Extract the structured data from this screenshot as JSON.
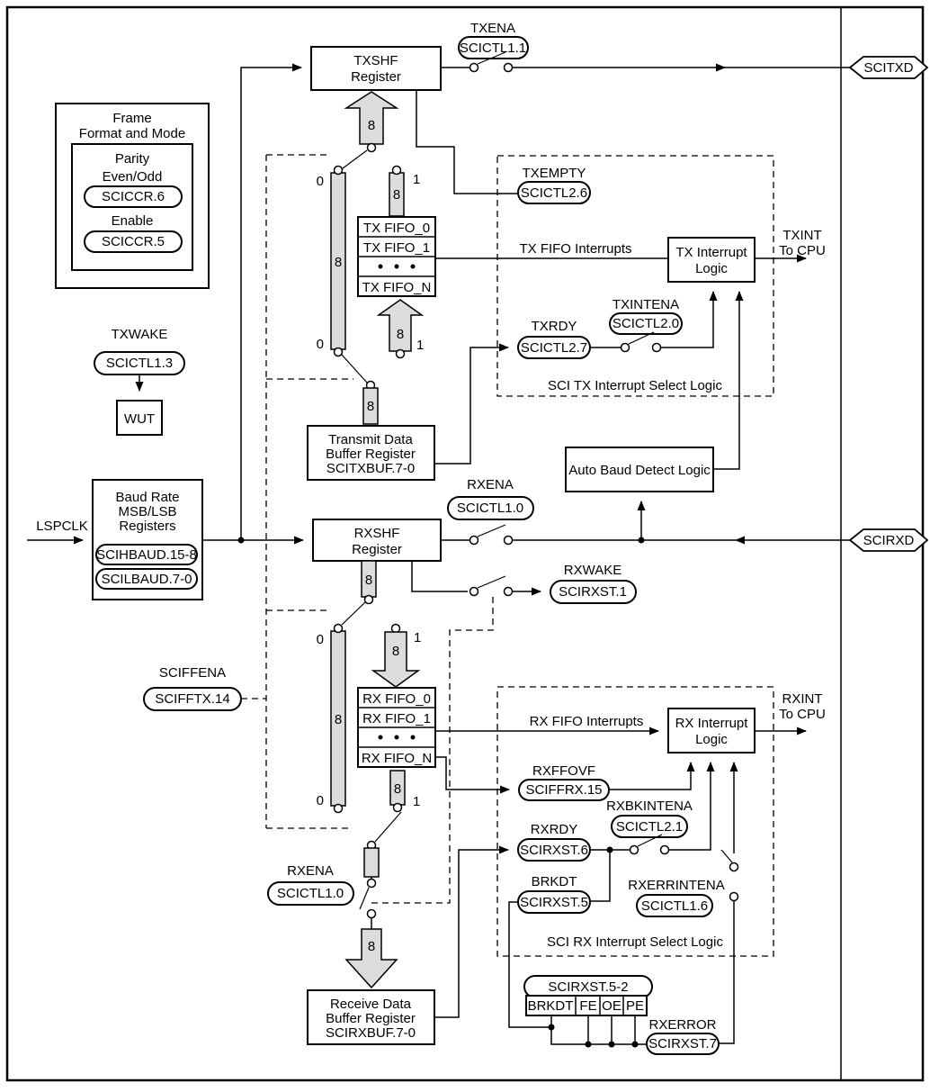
{
  "bus": {
    "w8": "8",
    "sel0": "0",
    "sel1": "1"
  },
  "pins": {
    "scitxd": "SCITXD",
    "scirxd": "SCIRXD",
    "lspclk": "LSPCLK"
  },
  "frame": {
    "line1": "Frame",
    "line2": "Format and Mode",
    "parity": "Parity",
    "even_odd": "Even/Odd",
    "parity_reg": "SCICCR.6",
    "enable": "Enable",
    "enable_reg": "SCICCR.5"
  },
  "txena": {
    "label": "TXENA",
    "reg": "SCICTL1.1"
  },
  "txshf": {
    "line1": "TXSHF",
    "line2": "Register"
  },
  "rxshf": {
    "line1": "RXSHF",
    "line2": "Register"
  },
  "txwake": {
    "label": "TXWAKE",
    "reg": "SCICTL1.3",
    "wut": "WUT"
  },
  "baud": {
    "line1": "Baud Rate",
    "line2": "MSB/LSB",
    "line3": "Registers",
    "msb": "SCIHBAUD.15-8",
    "lsb": "SCILBAUD.7-0"
  },
  "rxena": {
    "label": "RXENA",
    "reg": "SCICTL1.0"
  },
  "rxwake": {
    "label": "RXWAKE",
    "reg": "SCIRXST.1"
  },
  "sciffena": {
    "label": "SCIFFENA",
    "reg": "SCIFFTX.14"
  },
  "tx_fifo": {
    "row0": "TX FIFO_0",
    "row1": "TX FIFO_1",
    "rowN": "TX FIFO_N"
  },
  "rx_fifo": {
    "row0": "RX FIFO_0",
    "row1": "RX FIFO_1",
    "rowN": "RX FIFO_N"
  },
  "tdb": {
    "line1": "Transmit Data",
    "line2": "Buffer Register",
    "line3": "SCITXBUF.7-0"
  },
  "rdb": {
    "line1": "Receive Data",
    "line2": "Buffer Register",
    "line3": "SCIRXBUF.7-0"
  },
  "auto_baud": {
    "label": "Auto Baud Detect Logic"
  },
  "tx_int": {
    "txempty": "TXEMPTY",
    "txempty_reg": "SCICTL2.6",
    "fifo_line": "TX FIFO Interrupts",
    "logic1": "TX Interrupt",
    "logic2": "Logic",
    "out1": "TXINT",
    "out2": "To CPU",
    "txrdy": "TXRDY",
    "txrdy_reg": "SCICTL2.7",
    "txintena": "TXINTENA",
    "txintena_reg": "SCICTL2.0",
    "title": "SCI TX Interrupt Select Logic"
  },
  "rx_int": {
    "fifo_line": "RX FIFO Interrupts",
    "logic1": "RX Interrupt",
    "logic2": "Logic",
    "out1": "RXINT",
    "out2": "To CPU",
    "rxffovf": "RXFFOVF",
    "rxffovf_reg": "SCIFFRX.15",
    "rxbkintena": "RXBKINTENA",
    "rxbkintena_reg": "SCICTL2.1",
    "rxrdy": "RXRDY",
    "rxrdy_reg": "SCIRXST.6",
    "brkdt": "BRKDT",
    "brkdt_reg": "SCIRXST.5",
    "rxerrintena": "RXERRINTENA",
    "rxerrintena_reg": "SCICTL1.6",
    "title": "SCI RX Interrupt Select Logic"
  },
  "err": {
    "reg": "SCIRXST.5-2",
    "brkdt": "BRKDT",
    "fe": "FE",
    "oe": "OE",
    "pe": "PE",
    "rxerror": "RXERROR",
    "rxerror_reg": "SCIRXST.7"
  }
}
